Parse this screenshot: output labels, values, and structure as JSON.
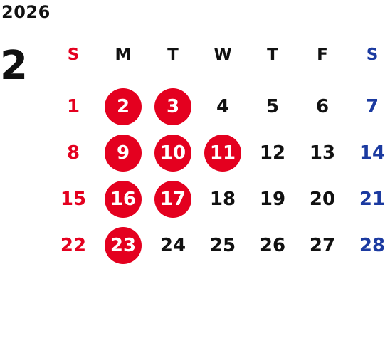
{
  "year": "2026",
  "month": "2",
  "weekdays": [
    "S",
    "M",
    "T",
    "W",
    "T",
    "F",
    "S"
  ],
  "weeks": [
    [
      {
        "label": "1",
        "kind": "sun"
      },
      {
        "label": "2",
        "kind": "holiday"
      },
      {
        "label": "3",
        "kind": "holiday"
      },
      {
        "label": "4",
        "kind": "normal"
      },
      {
        "label": "5",
        "kind": "normal"
      },
      {
        "label": "6",
        "kind": "normal"
      },
      {
        "label": "7",
        "kind": "sat"
      }
    ],
    [
      {
        "label": "8",
        "kind": "sun"
      },
      {
        "label": "9",
        "kind": "holiday"
      },
      {
        "label": "10",
        "kind": "holiday"
      },
      {
        "label": "11",
        "kind": "holiday"
      },
      {
        "label": "12",
        "kind": "normal"
      },
      {
        "label": "13",
        "kind": "normal"
      },
      {
        "label": "14",
        "kind": "sat"
      }
    ],
    [
      {
        "label": "15",
        "kind": "sun"
      },
      {
        "label": "16",
        "kind": "holiday"
      },
      {
        "label": "17",
        "kind": "holiday"
      },
      {
        "label": "18",
        "kind": "normal"
      },
      {
        "label": "19",
        "kind": "normal"
      },
      {
        "label": "20",
        "kind": "normal"
      },
      {
        "label": "21",
        "kind": "sat"
      }
    ],
    [
      {
        "label": "22",
        "kind": "sun"
      },
      {
        "label": "23",
        "kind": "holiday"
      },
      {
        "label": "24",
        "kind": "normal"
      },
      {
        "label": "25",
        "kind": "normal"
      },
      {
        "label": "26",
        "kind": "normal"
      },
      {
        "label": "27",
        "kind": "normal"
      },
      {
        "label": "28",
        "kind": "sat"
      }
    ]
  ],
  "colors": {
    "sunday": "#e4001f",
    "saturday": "#1b3aa0",
    "highlight": "#e4001f",
    "text": "#111111"
  }
}
